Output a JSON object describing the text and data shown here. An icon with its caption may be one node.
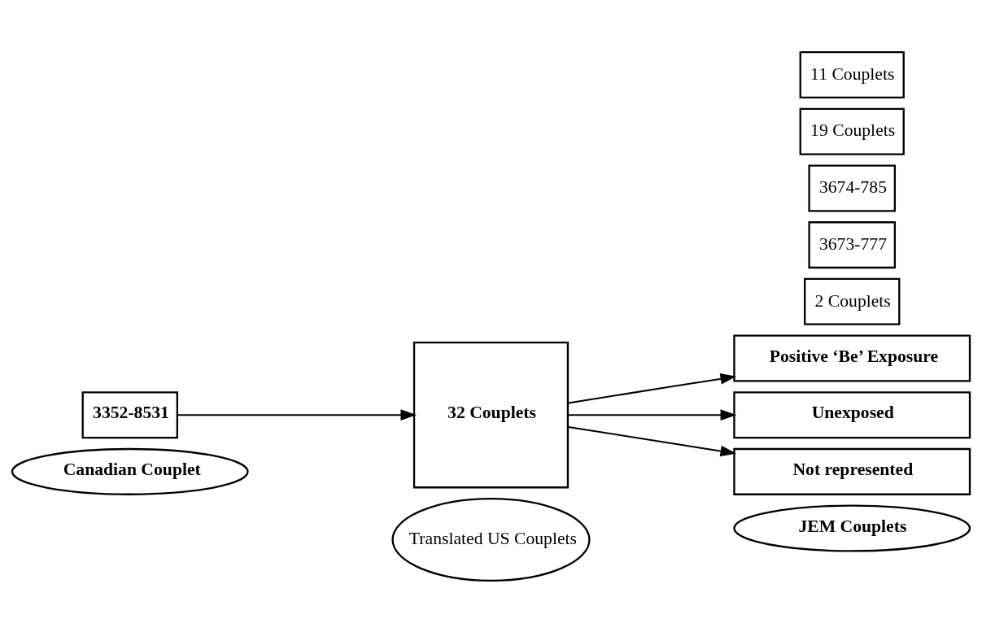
{
  "diagram": {
    "nodes": [
      {
        "text": [
          "Canadian Couplet"
        ]
      },
      {
        "text": [
          "JEM Couplets"
        ]
      },
      {
        "text": [
          "Translated US Couplets"
        ]
      },
      {
        "text": [
          "3352-8531"
        ]
      },
      {
        "text": [
          "32 Couplets"
        ]
      },
      {
        "text": [
          "Positive ‘Be’ Exposure"
        ]
      },
      {
        "text": [
          "2 Couplets"
        ]
      },
      {
        "text": [
          "3673-777"
        ]
      },
      {
        "text": [
          "3674-785"
        ]
      },
      {
        "text": [
          "Unexposed"
        ]
      },
      {
        "text": [
          "19 Couplets"
        ]
      },
      {
        "text": [
          "Not represented"
        ]
      },
      {
        "text": [
          "11 Couplets"
        ]
      }
    ],
    "edges": [
      {
        "from": 3,
        "to": 4,
        "arrow": "to"
      },
      {
        "from": 4,
        "to": 5,
        "arrow": "to"
      },
      {
        "from": 4,
        "to": 9,
        "arrow": "to"
      },
      {
        "from": 4,
        "to": 11,
        "arrow": "to"
      }
    ]
  }
}
